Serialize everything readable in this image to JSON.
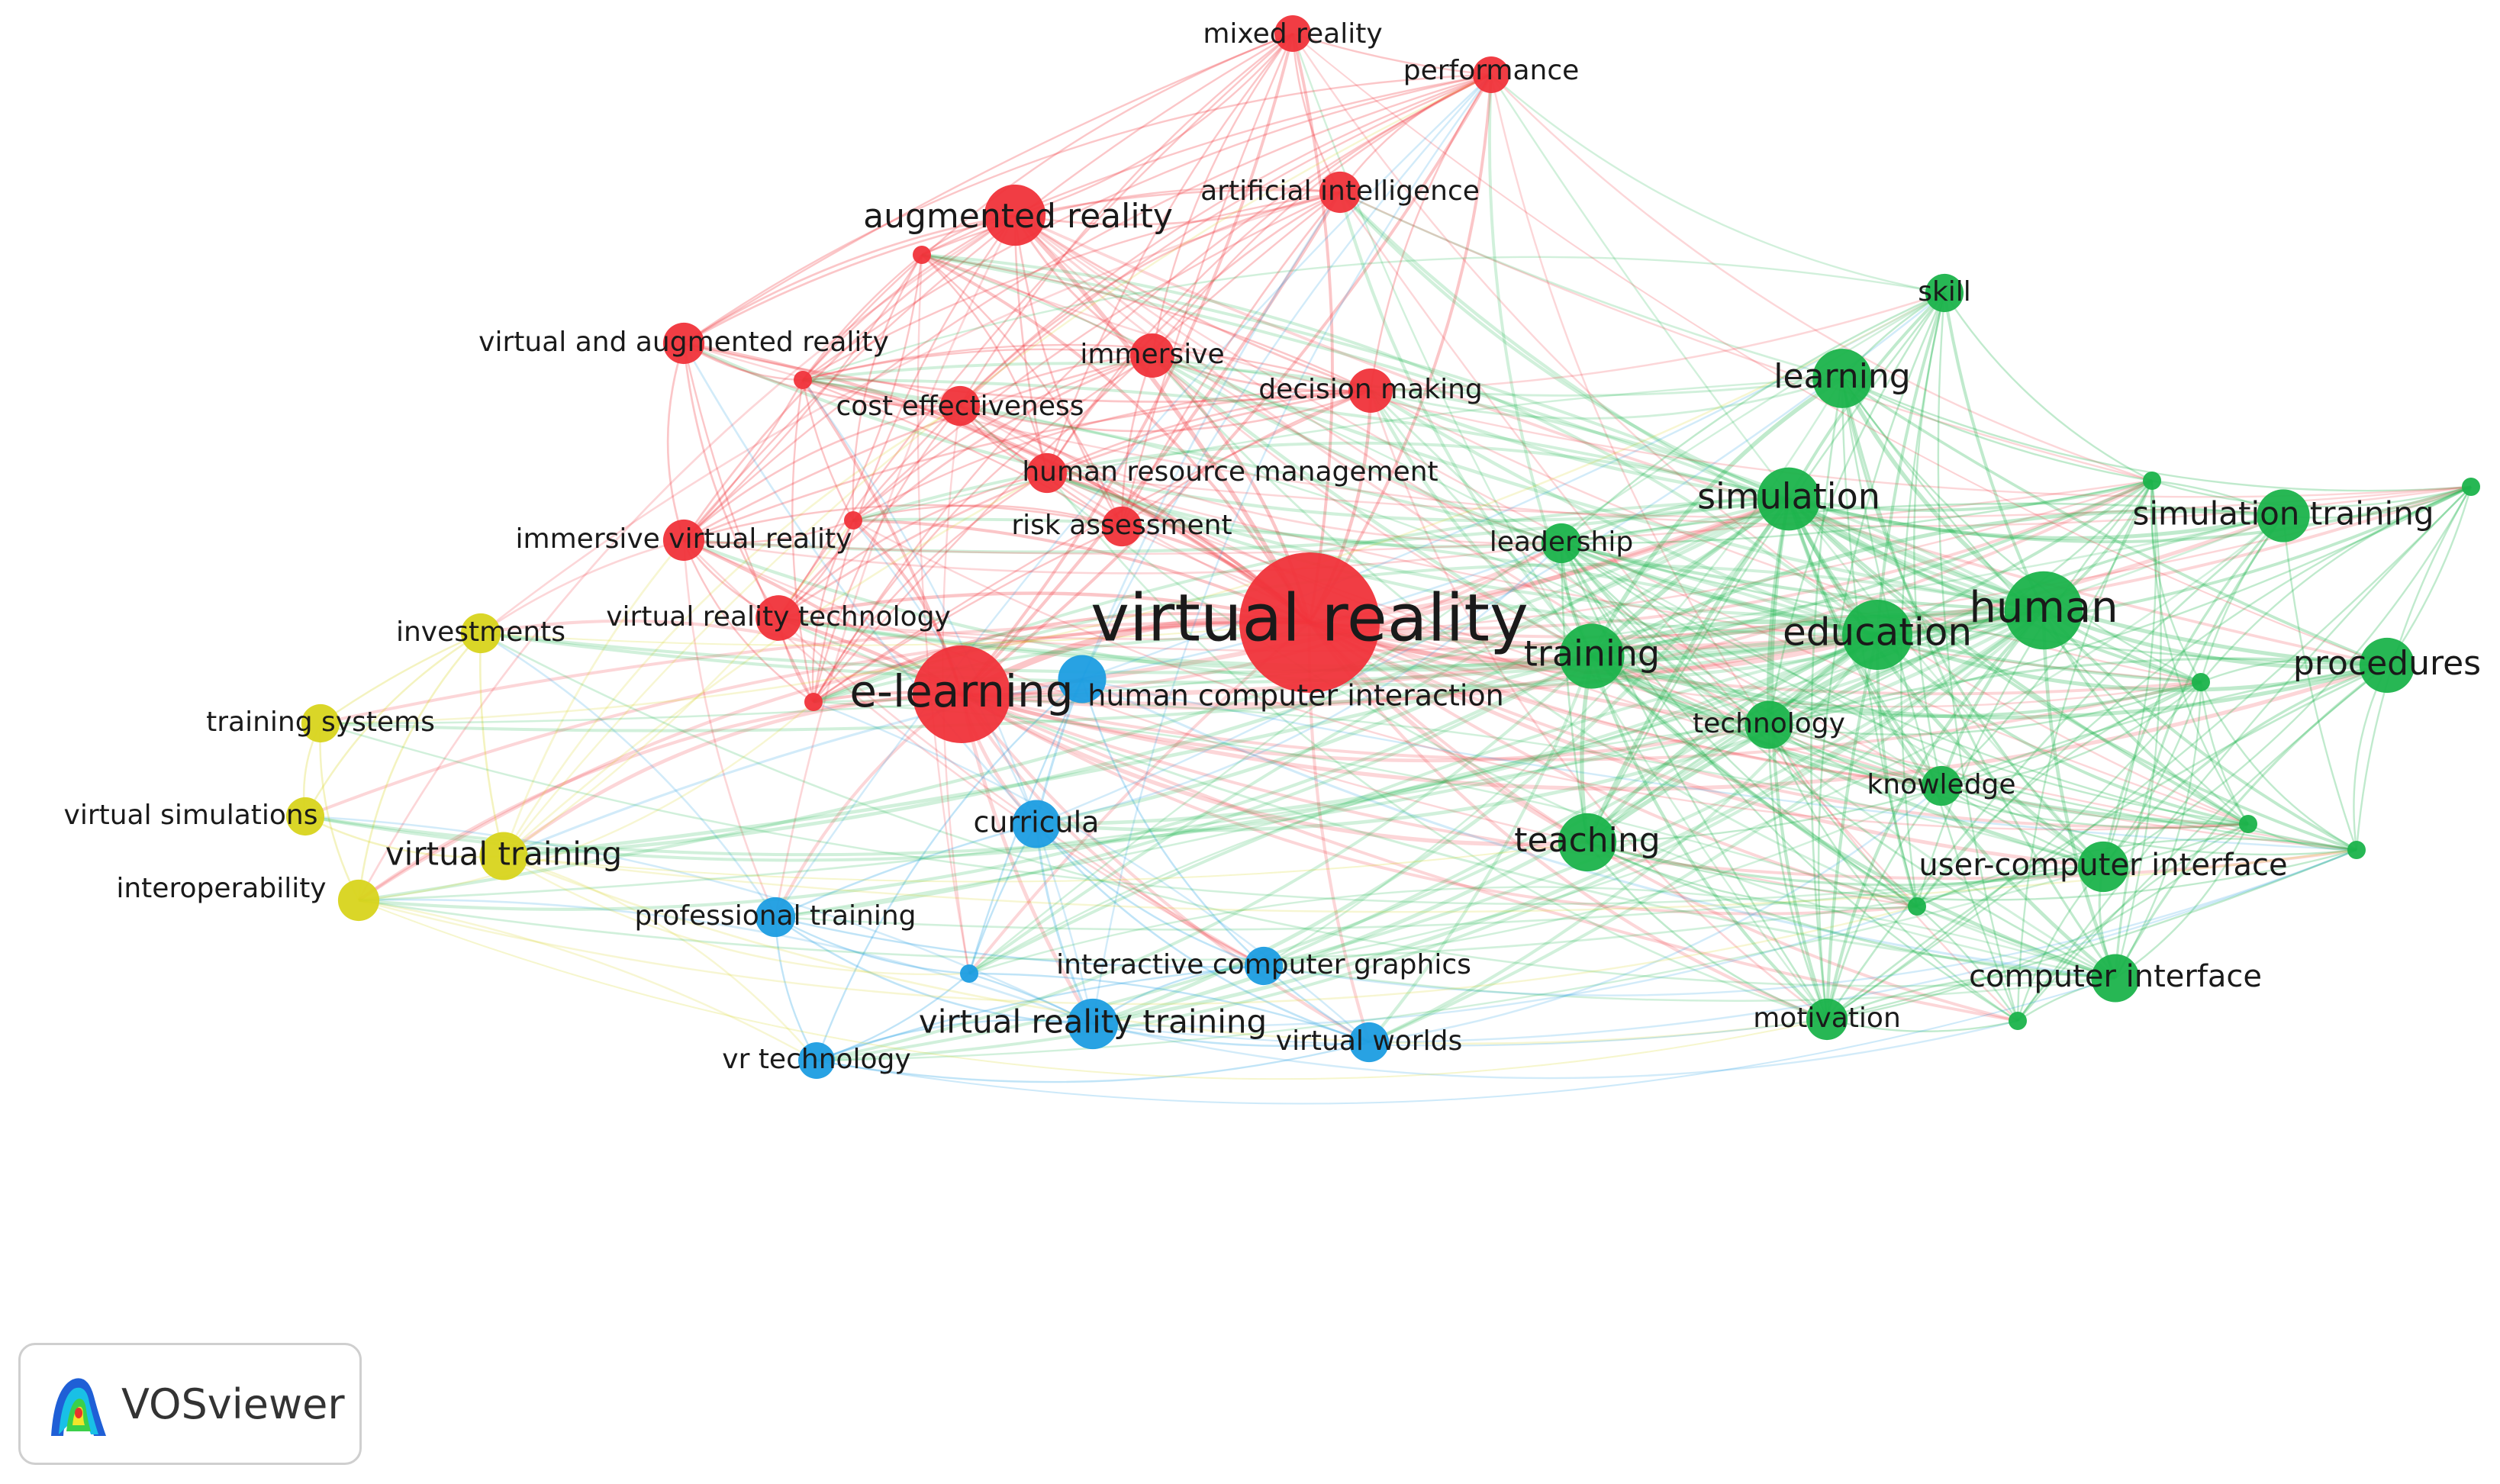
{
  "brand": {
    "name": "VOSviewer"
  },
  "colors": {
    "red": "#f0333a",
    "green": "#1bb34b",
    "blue": "#1c9de2",
    "yellow": "#d8d41c"
  },
  "clusters": [
    "red",
    "green",
    "blue",
    "yellow"
  ],
  "nodes": [
    {
      "id": "virtual reality",
      "cluster": "red",
      "weight": 10
    },
    {
      "id": "e-learning",
      "cluster": "red",
      "weight": 6
    },
    {
      "id": "augmented reality",
      "cluster": "red",
      "weight": 3
    },
    {
      "id": "mixed reality",
      "cluster": "red",
      "weight": 1
    },
    {
      "id": "performance",
      "cluster": "red",
      "weight": 1
    },
    {
      "id": "artificial intelligence",
      "cluster": "red",
      "weight": 1.3
    },
    {
      "id": "virtual and augmented reality",
      "cluster": "red",
      "weight": 1.3
    },
    {
      "id": "immersive",
      "cluster": "red",
      "weight": 1.5
    },
    {
      "id": "cost effectiveness",
      "cluster": "red",
      "weight": 1.2
    },
    {
      "id": "decision making",
      "cluster": "red",
      "weight": 1.5
    },
    {
      "id": "human resource management",
      "cluster": "red",
      "weight": 1.2
    },
    {
      "id": "risk assessment",
      "cluster": "red",
      "weight": 1.2
    },
    {
      "id": "immersive virtual reality",
      "cluster": "red",
      "weight": 1.3
    },
    {
      "id": "virtual reality technology",
      "cluster": "red",
      "weight": 1.6
    },
    {
      "id": "human computer interaction",
      "cluster": "blue",
      "weight": 1.8
    },
    {
      "id": "curricula",
      "cluster": "blue",
      "weight": 1.8
    },
    {
      "id": "professional training",
      "cluster": "blue",
      "weight": 1.2
    },
    {
      "id": "interactive computer graphics",
      "cluster": "blue",
      "weight": 1.1
    },
    {
      "id": "virtual reality training",
      "cluster": "blue",
      "weight": 2
    },
    {
      "id": "vr technology",
      "cluster": "blue",
      "weight": 1
    },
    {
      "id": "virtual worlds",
      "cluster": "blue",
      "weight": 1.2
    },
    {
      "id": "investments",
      "cluster": "yellow",
      "weight": 1.2
    },
    {
      "id": "training systems",
      "cluster": "yellow",
      "weight": 1.1
    },
    {
      "id": "virtual simulations",
      "cluster": "yellow",
      "weight": 1.1
    },
    {
      "id": "interoperability",
      "cluster": "yellow",
      "weight": 1.3
    },
    {
      "id": "virtual training",
      "cluster": "yellow",
      "weight": 1.8
    },
    {
      "id": "skill",
      "cluster": "green",
      "weight": 1.1
    },
    {
      "id": "learning",
      "cluster": "green",
      "weight": 2.8
    },
    {
      "id": "simulation",
      "cluster": "green",
      "weight": 3.2
    },
    {
      "id": "simulation training",
      "cluster": "green",
      "weight": 2.2
    },
    {
      "id": "leadership",
      "cluster": "green",
      "weight": 1.2
    },
    {
      "id": "education",
      "cluster": "green",
      "weight": 4
    },
    {
      "id": "human",
      "cluster": "green",
      "weight": 5
    },
    {
      "id": "training",
      "cluster": "green",
      "weight": 3.4
    },
    {
      "id": "procedures",
      "cluster": "green",
      "weight": 2.4
    },
    {
      "id": "technology",
      "cluster": "green",
      "weight": 1.8
    },
    {
      "id": "knowledge",
      "cluster": "green",
      "weight": 1.2
    },
    {
      "id": "teaching",
      "cluster": "green",
      "weight": 2.7
    },
    {
      "id": "user-computer interface",
      "cluster": "green",
      "weight": 2
    },
    {
      "id": "computer interface",
      "cluster": "green",
      "weight": 1.8
    },
    {
      "id": "motivation",
      "cluster": "green",
      "weight": 1.3
    }
  ]
}
